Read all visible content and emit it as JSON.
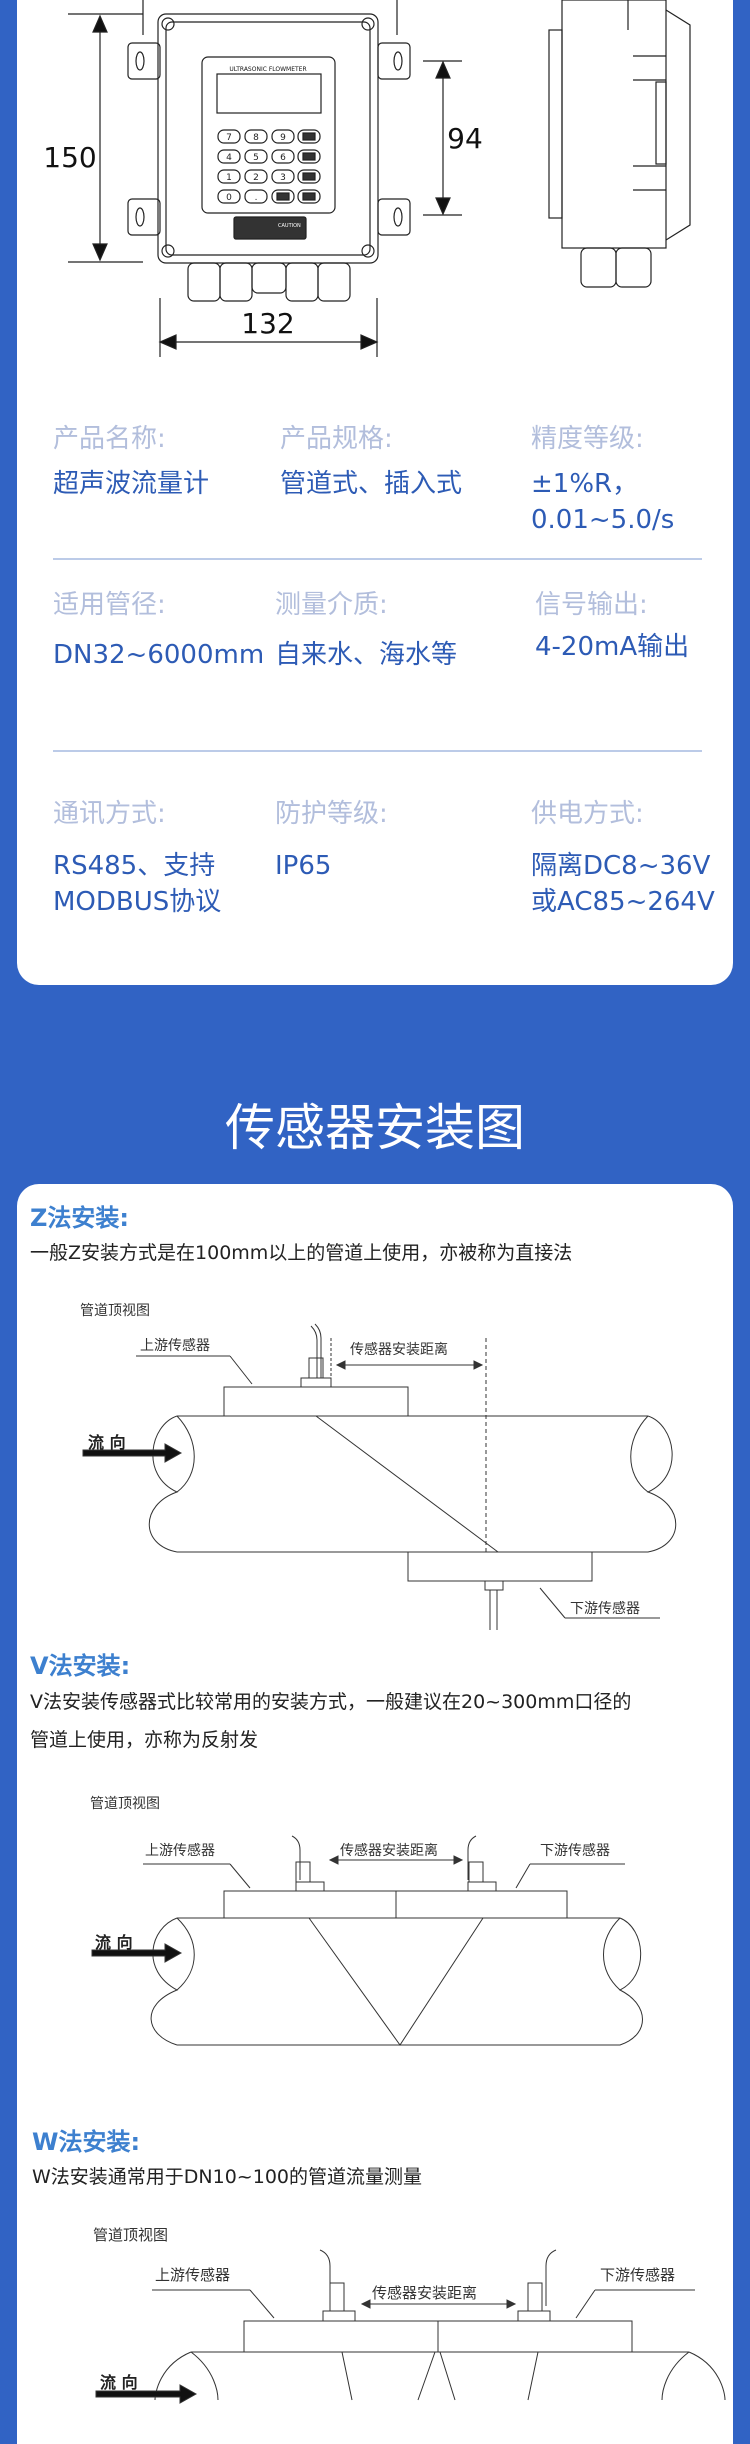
{
  "drawing": {
    "height_dim": "150",
    "display_dim": "94",
    "width_dim": "132",
    "panel_title": "ULTRASONIC FLOWMETER",
    "caution": "CAUTION",
    "keys": [
      "7",
      "8",
      "9",
      "",
      "4",
      "5",
      "6",
      "",
      "1",
      "2",
      "3",
      "",
      "0",
      ".",
      "",
      ""
    ]
  },
  "specs": [
    {
      "label": "产品名称:",
      "value": [
        "超声波流量计"
      ]
    },
    {
      "label": "产品规格:",
      "value": [
        "管道式、插入式"
      ]
    },
    {
      "label": "精度等级:",
      "value": [
        "±1%R，",
        "0.01~5.0/s"
      ]
    },
    {
      "label": "适用管径:",
      "value": [
        "DN32~6000mm"
      ]
    },
    {
      "label": "测量介质:",
      "value": [
        "自来水、海水等"
      ]
    },
    {
      "label": "信号输出:",
      "value": [
        "4-20mA输出"
      ]
    },
    {
      "label": "通讯方式:",
      "value": [
        "RS485、支持",
        "MODBUS协议"
      ]
    },
    {
      "label": "防护等级:",
      "value": [
        "IP65"
      ]
    },
    {
      "label": "供电方式:",
      "value": [
        "隔离DC8~36V",
        "或AC85~264V"
      ]
    }
  ],
  "section_title": "传感器安装图",
  "methods": [
    {
      "title": "Z法安装:",
      "desc": [
        "一般Z安装方式是在100mm以上的管道上使用，亦被称为直接法"
      ]
    },
    {
      "title": "V法安装:",
      "desc": [
        "V法安装传感器式比较常用的安装方式，一般建议在20~300mm口径的",
        "管道上使用，亦称为反射发"
      ]
    },
    {
      "title": "W法安装:",
      "desc": [
        "W法安装通常用于DN10~100的管道流量测量"
      ]
    }
  ],
  "diagram_labels": {
    "top_view": "管道顶视图",
    "upstream": "上游传感器",
    "downstream": "下游传感器",
    "distance": "传感器安装距离",
    "flow": "流 向"
  },
  "colors": {
    "background": "#3163c4",
    "label": "#b2bedc",
    "value": "#2d5bb5",
    "method_title": "#3d80cf"
  }
}
